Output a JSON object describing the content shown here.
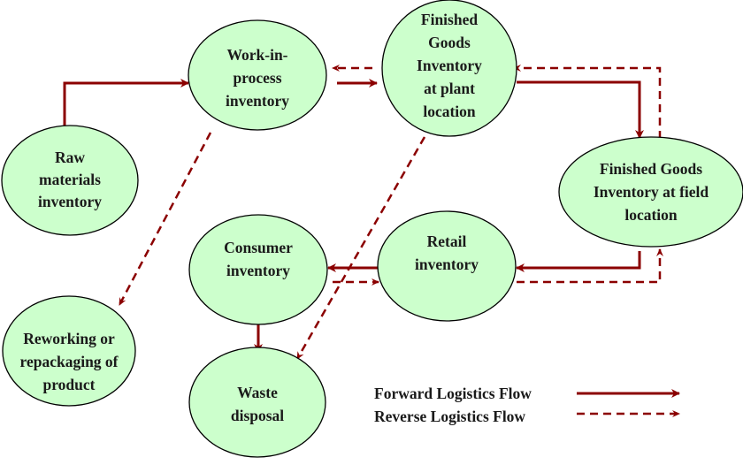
{
  "diagram": {
    "colors": {
      "node_fill": "#ccffcc",
      "node_stroke": "#000000",
      "arrow": "#8b0000",
      "text": "#1a1a1a"
    },
    "nodes": [
      {
        "id": "raw",
        "lines": [
          "Raw",
          "materials",
          "inventory"
        ]
      },
      {
        "id": "wip",
        "lines": [
          "Work-in-",
          "process",
          "inventory"
        ]
      },
      {
        "id": "fg_plant",
        "lines": [
          "Finished",
          "Goods",
          "Inventory",
          "at plant",
          "location"
        ]
      },
      {
        "id": "fg_field",
        "lines": [
          "Finished Goods",
          "Inventory  at field",
          "location"
        ]
      },
      {
        "id": "retail",
        "lines": [
          "Retail",
          "inventory"
        ]
      },
      {
        "id": "consumer",
        "lines": [
          "Consumer",
          "inventory"
        ]
      },
      {
        "id": "rework",
        "lines": [
          "Reworking or",
          "repackaging of",
          "product"
        ]
      },
      {
        "id": "waste",
        "lines": [
          "Waste",
          "disposal"
        ]
      }
    ],
    "edges": [
      {
        "from": "raw",
        "to": "wip",
        "type": "forward"
      },
      {
        "from": "wip",
        "to": "fg_plant",
        "type": "forward"
      },
      {
        "from": "fg_plant",
        "to": "fg_field",
        "type": "forward"
      },
      {
        "from": "fg_field",
        "to": "retail",
        "type": "forward"
      },
      {
        "from": "retail",
        "to": "consumer",
        "type": "forward"
      },
      {
        "from": "consumer",
        "to": "waste",
        "type": "forward"
      },
      {
        "from": "fg_plant",
        "to": "wip",
        "type": "reverse"
      },
      {
        "from": "fg_field",
        "to": "fg_plant",
        "type": "reverse"
      },
      {
        "from": "consumer",
        "to": "retail",
        "type": "reverse"
      },
      {
        "from": "retail",
        "to": "fg_field",
        "type": "reverse"
      },
      {
        "from": "wip",
        "to": "rework",
        "type": "reverse"
      },
      {
        "from": "fg_plant",
        "to": "waste",
        "type": "reverse"
      }
    ],
    "legend": {
      "forward_label": "Forward Logistics Flow",
      "reverse_label": "Reverse Logistics Flow"
    }
  }
}
